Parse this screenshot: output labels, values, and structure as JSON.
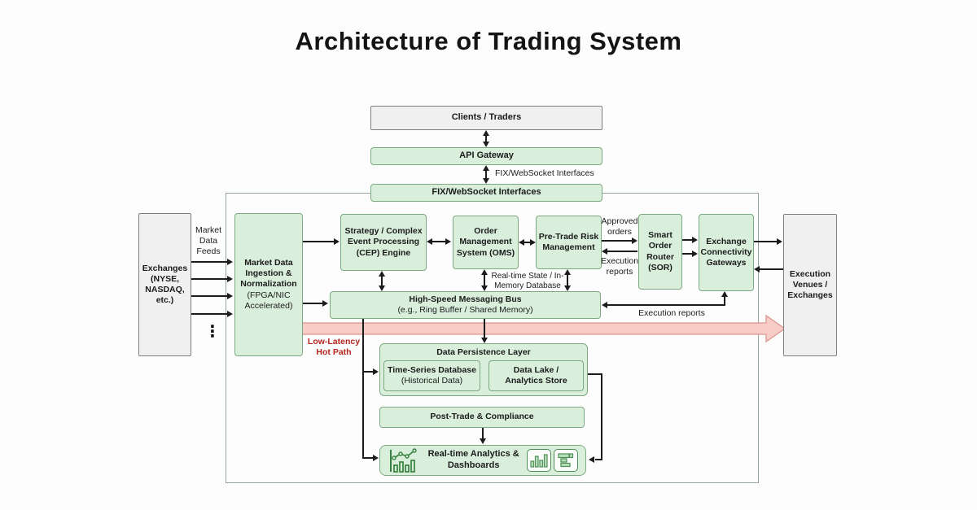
{
  "title": "Architecture of Trading System",
  "colors": {
    "node_green_fill": "#d9efdc",
    "node_green_border": "#7da981",
    "node_gray_fill": "#f0f0f0",
    "node_gray_border": "#7e7e7e",
    "hot_path_fill": "#f8cdc7",
    "hot_path_border": "#db968e",
    "hot_path_text": "#b3261e",
    "connector": "#1c1c1c"
  },
  "nodes": {
    "clients_traders": "Clients / Traders",
    "api_gateway": "API Gateway",
    "fix_websocket": "FIX/WebSocket Interfaces",
    "exchanges_title": "Exchanges",
    "exchanges_sub": "(NYSE, NASDAQ, etc.)",
    "market_data_ingestion_title": "Market Data Ingestion & Normalization",
    "market_data_ingestion_sub": "(FPGA/NIC Accelerated)",
    "cep_engine": "Strategy / Complex Event Processing (CEP) Engine",
    "oms": "Order Management System (OMS)",
    "pre_trade_risk": "Pre-Trade Risk Management",
    "sor": "Smart Order Router (SOR)",
    "exchange_connectivity": "Exchange Connectivity Gateways",
    "execution_venues": "Execution Venues / Exchanges",
    "messaging_bus_title": "High-Speed Messaging Bus",
    "messaging_bus_sub": "(e.g., Ring Buffer / Shared Memory)",
    "data_persistence_title": "Data Persistence Layer",
    "tsdb_title": "Time-Series Database",
    "tsdb_sub": "(Historical Data)",
    "data_lake": "Data Lake / Analytics Store",
    "post_trade": "Post-Trade & Compliance",
    "realtime_analytics": "Real-time Analytics & Dashboards"
  },
  "edge_labels": {
    "fix_ws_interfaces": "FIX/WebSocket Interfaces",
    "market_data_feeds": "Market Data Feeds",
    "approved_orders": "Approved orders",
    "execution_reports_to_pretrade": "Execution reports",
    "execution_reports_to_bus": "Execution reports",
    "realtime_state": "Real-time State / In-Memory Database",
    "low_latency_hot_path": "Low-Latency Hot Path",
    "feeds_ellipsis": "⋮"
  }
}
